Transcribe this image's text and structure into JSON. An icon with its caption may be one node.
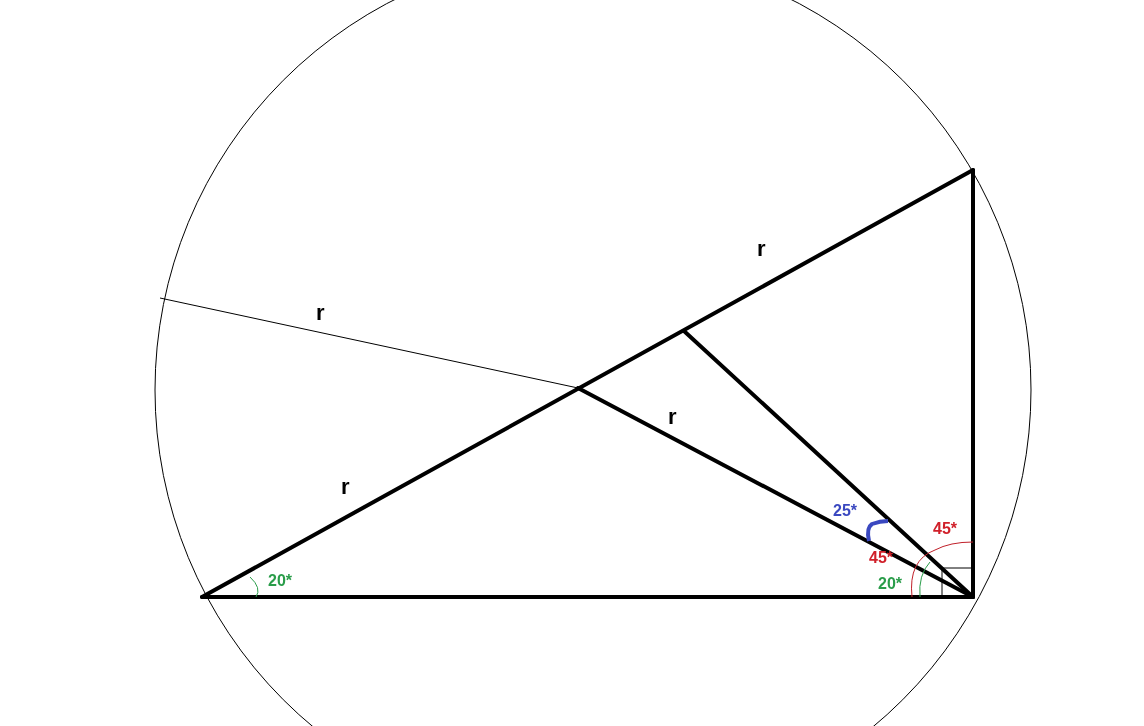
{
  "diagram": {
    "labels": [
      "r",
      "r",
      "r",
      "25*",
      "45*",
      "45*",
      "r",
      "20*",
      "20*"
    ]
  }
}
